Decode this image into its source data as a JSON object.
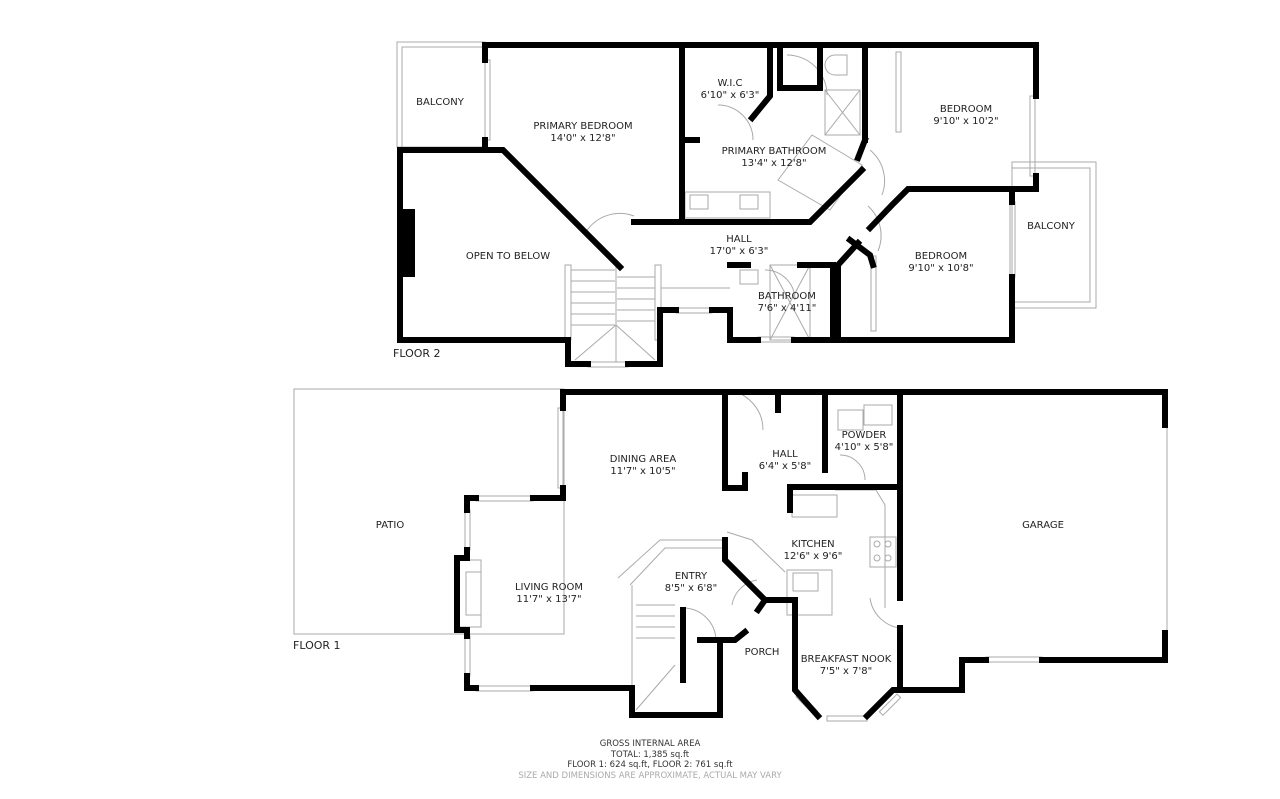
{
  "floors": [
    {
      "label": "FLOOR 2",
      "rooms": [
        {
          "name": "BALCONY",
          "dims": ""
        },
        {
          "name": "PRIMARY BEDROOM",
          "dims": "14'0\" x 12'8\""
        },
        {
          "name": "W.I.C",
          "dims": "6'10\" x 6'3\""
        },
        {
          "name": "PRIMARY BATHROOM",
          "dims": "13'4\" x 12'8\""
        },
        {
          "name": "BEDROOM",
          "dims": "9'10\" x 10'2\""
        },
        {
          "name": "OPEN TO BELOW",
          "dims": ""
        },
        {
          "name": "HALL",
          "dims": "17'0\" x 6'3\""
        },
        {
          "name": "BATHROOM",
          "dims": "7'6\" x 4'11\""
        },
        {
          "name": "BEDROOM",
          "dims": "9'10\" x 10'8\""
        },
        {
          "name": "BALCONY",
          "dims": ""
        }
      ]
    },
    {
      "label": "FLOOR 1",
      "rooms": [
        {
          "name": "PATIO",
          "dims": ""
        },
        {
          "name": "DINING AREA",
          "dims": "11'7\" x 10'5\""
        },
        {
          "name": "HALL",
          "dims": "6'4\" x 5'8\""
        },
        {
          "name": "POWDER",
          "dims": "4'10\" x 5'8\""
        },
        {
          "name": "KITCHEN",
          "dims": "12'6\" x 9'6\""
        },
        {
          "name": "LIVING ROOM",
          "dims": "11'7\" x 13'7\""
        },
        {
          "name": "ENTRY",
          "dims": "8'5\" x 6'8\""
        },
        {
          "name": "PORCH",
          "dims": ""
        },
        {
          "name": "BREAKFAST NOOK",
          "dims": "7'5\" x 7'8\""
        },
        {
          "name": "GARAGE",
          "dims": ""
        }
      ]
    }
  ],
  "summary": {
    "title": "GROSS INTERNAL AREA",
    "total": "TOTAL: 1,385 sq.ft",
    "by_floor": "FLOOR 1: 624 sq.ft, FLOOR 2: 761 sq.ft",
    "disclaimer": "SIZE AND DIMENSIONS ARE APPROXIMATE, ACTUAL MAY VARY"
  },
  "colors": {
    "wall": "#000000",
    "fixture": "#999999",
    "text": "#222222",
    "disclaimer": "#aaaaaa"
  }
}
